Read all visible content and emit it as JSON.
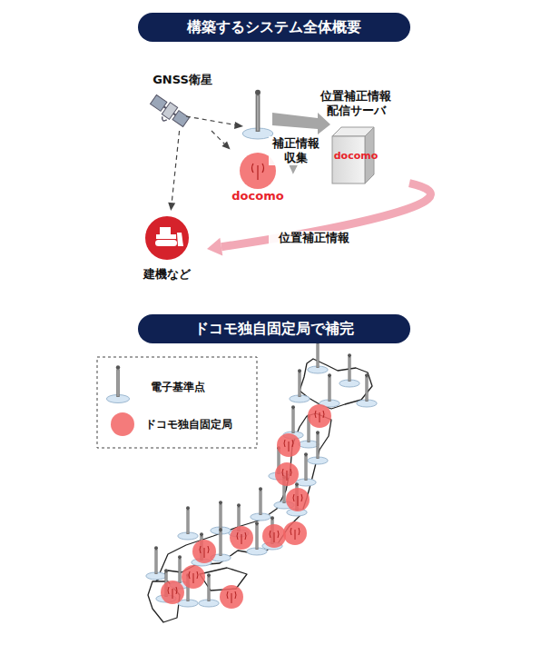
{
  "diagram": {
    "nodes": [
      {
        "text": [
          "構築するシステム全体概要"
        ]
      },
      {
        "text": [
          "GNSS衛星"
        ]
      },
      {
        "text": [
          "docomo"
        ]
      },
      {
        "text": [
          "位置補正情報 配信サーバ",
          "docomo"
        ]
      },
      {
        "text": [
          "建機など"
        ]
      },
      {
        "text": [
          "ドコモ独自固定局で補完"
        ]
      }
    ],
    "edges": [
      {
        "from": 1,
        "to": 2,
        "arrow": "to"
      },
      {
        "from": 1,
        "to": 4,
        "arrow": "to"
      },
      {
        "from": 2,
        "to": 3,
        "arrow": "to",
        "label": "補正情報 収集"
      },
      {
        "from": 3,
        "to": 4,
        "arrow": "to",
        "label": "位置補正情報"
      }
    ],
    "legend": [
      {
        "text": "電子基準点"
      },
      {
        "text": "ドコモ独自固定局",
        "color": "#f26464"
      }
    ]
  }
}
